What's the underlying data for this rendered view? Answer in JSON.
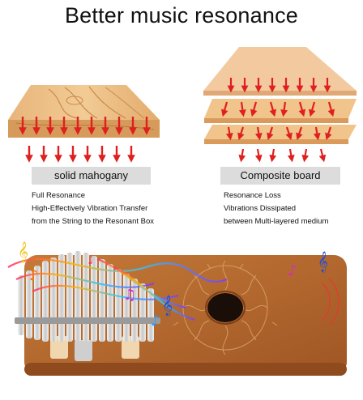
{
  "title": "Better music resonance",
  "left": {
    "label": "solid mahogany",
    "lines": [
      "Full Resonance",
      "High-Effectively Vibration Transfer",
      "from the String to the Resonant Box"
    ]
  },
  "right": {
    "label": "Composite board",
    "lines": [
      "Resonance Loss",
      "Vibrations Dissipated",
      "between Multi-layered medium"
    ]
  },
  "colors": {
    "arrow": "#e01f1f",
    "wood_light": "#f0c48a",
    "wood_top": "#f3caa0",
    "wood_edge": "#c98a4c",
    "kalimba": "#b86a2e",
    "label_bg": "#dcdcdc"
  },
  "icons": [
    "arrow-down-icon",
    "music-note-icon",
    "treble-clef-icon",
    "sound-wave-icon"
  ]
}
